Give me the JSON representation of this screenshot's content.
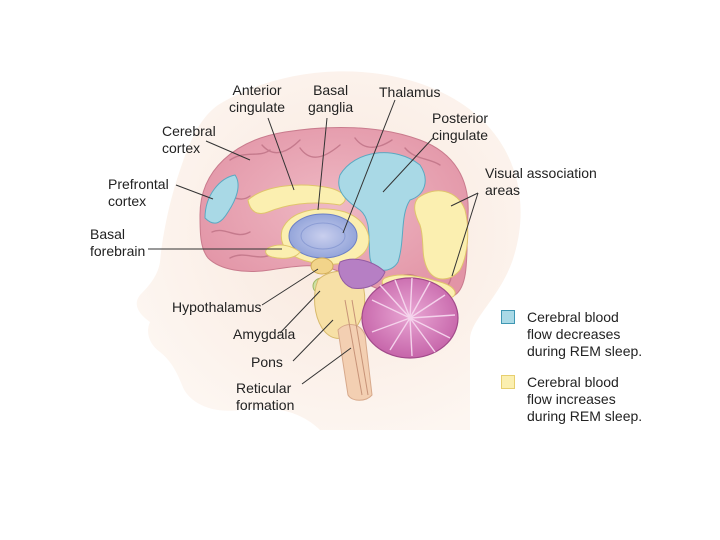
{
  "labels": {
    "anterior_cingulate": "Anterior\ncingulate",
    "basal_ganglia": "Basal\nganglia",
    "thalamus": "Thalamus",
    "posterior_cingulate": "Posterior\ncingulate",
    "cerebral_cortex": "Cerebral\ncortex",
    "prefrontal_cortex": "Prefrontal\ncortex",
    "visual_association_areas": "Visual association\nareas",
    "basal_forebrain": "Basal\nforebrain",
    "hypothalamus": "Hypothalamus",
    "amygdala": "Amygdala",
    "pons": "Pons",
    "reticular_formation": "Reticular\nformation"
  },
  "legend": {
    "decrease": {
      "text": "Cerebral blood\nflow decreases\nduring REM sleep.",
      "color": "#a9d9e6",
      "border": "#3f97b3"
    },
    "increase": {
      "text": "Cerebral blood\nflow increases\nduring REM sleep.",
      "color": "#fbefb0",
      "border": "#e7cf6f"
    }
  },
  "colors": {
    "skin": "#f6e3d8",
    "cortex": "#e8a4b2",
    "cerebellum": "#d98fc0",
    "brainstem": "#f3cfb2"
  }
}
